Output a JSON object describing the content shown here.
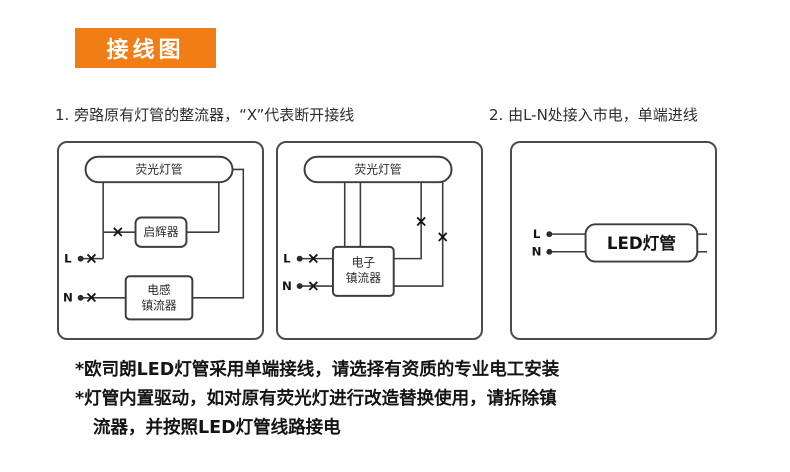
{
  "banner": {
    "title": "接线图"
  },
  "instructions": {
    "step1": "1. 旁路原有灯管的整流器，“X”代表断开接线",
    "step2": "2. 由L-N处接入市电，单端进线"
  },
  "diagram1": {
    "tube_label": "荧光灯管",
    "starter_label": "启辉器",
    "ballast_line1": "电感",
    "ballast_line2": "镇流器",
    "terminal_l": "L",
    "terminal_n": "N",
    "cut_mark": "×"
  },
  "diagram2": {
    "tube_label": "荧光灯管",
    "ballast_line1": "电子",
    "ballast_line2": "镇流器",
    "terminal_l": "L",
    "terminal_n": "N",
    "cut_mark": "×"
  },
  "diagram3": {
    "tube_label": "LED灯管",
    "terminal_l": "L",
    "terminal_n": "N"
  },
  "footnotes": {
    "line1": "*欧司朗LED灯管采用单端接线，请选择有资质的专业电工安装",
    "line2": "*灯管内置驱动，如对原有荧光灯进行改造替换使用，请拆除镇",
    "line3": "流器，并按照LED灯管线路接电"
  },
  "colors": {
    "banner_bg": "#f07d16",
    "banner_text": "#ffffff",
    "wire": "#3c3c3c",
    "box_border": "#4c4c4c"
  }
}
